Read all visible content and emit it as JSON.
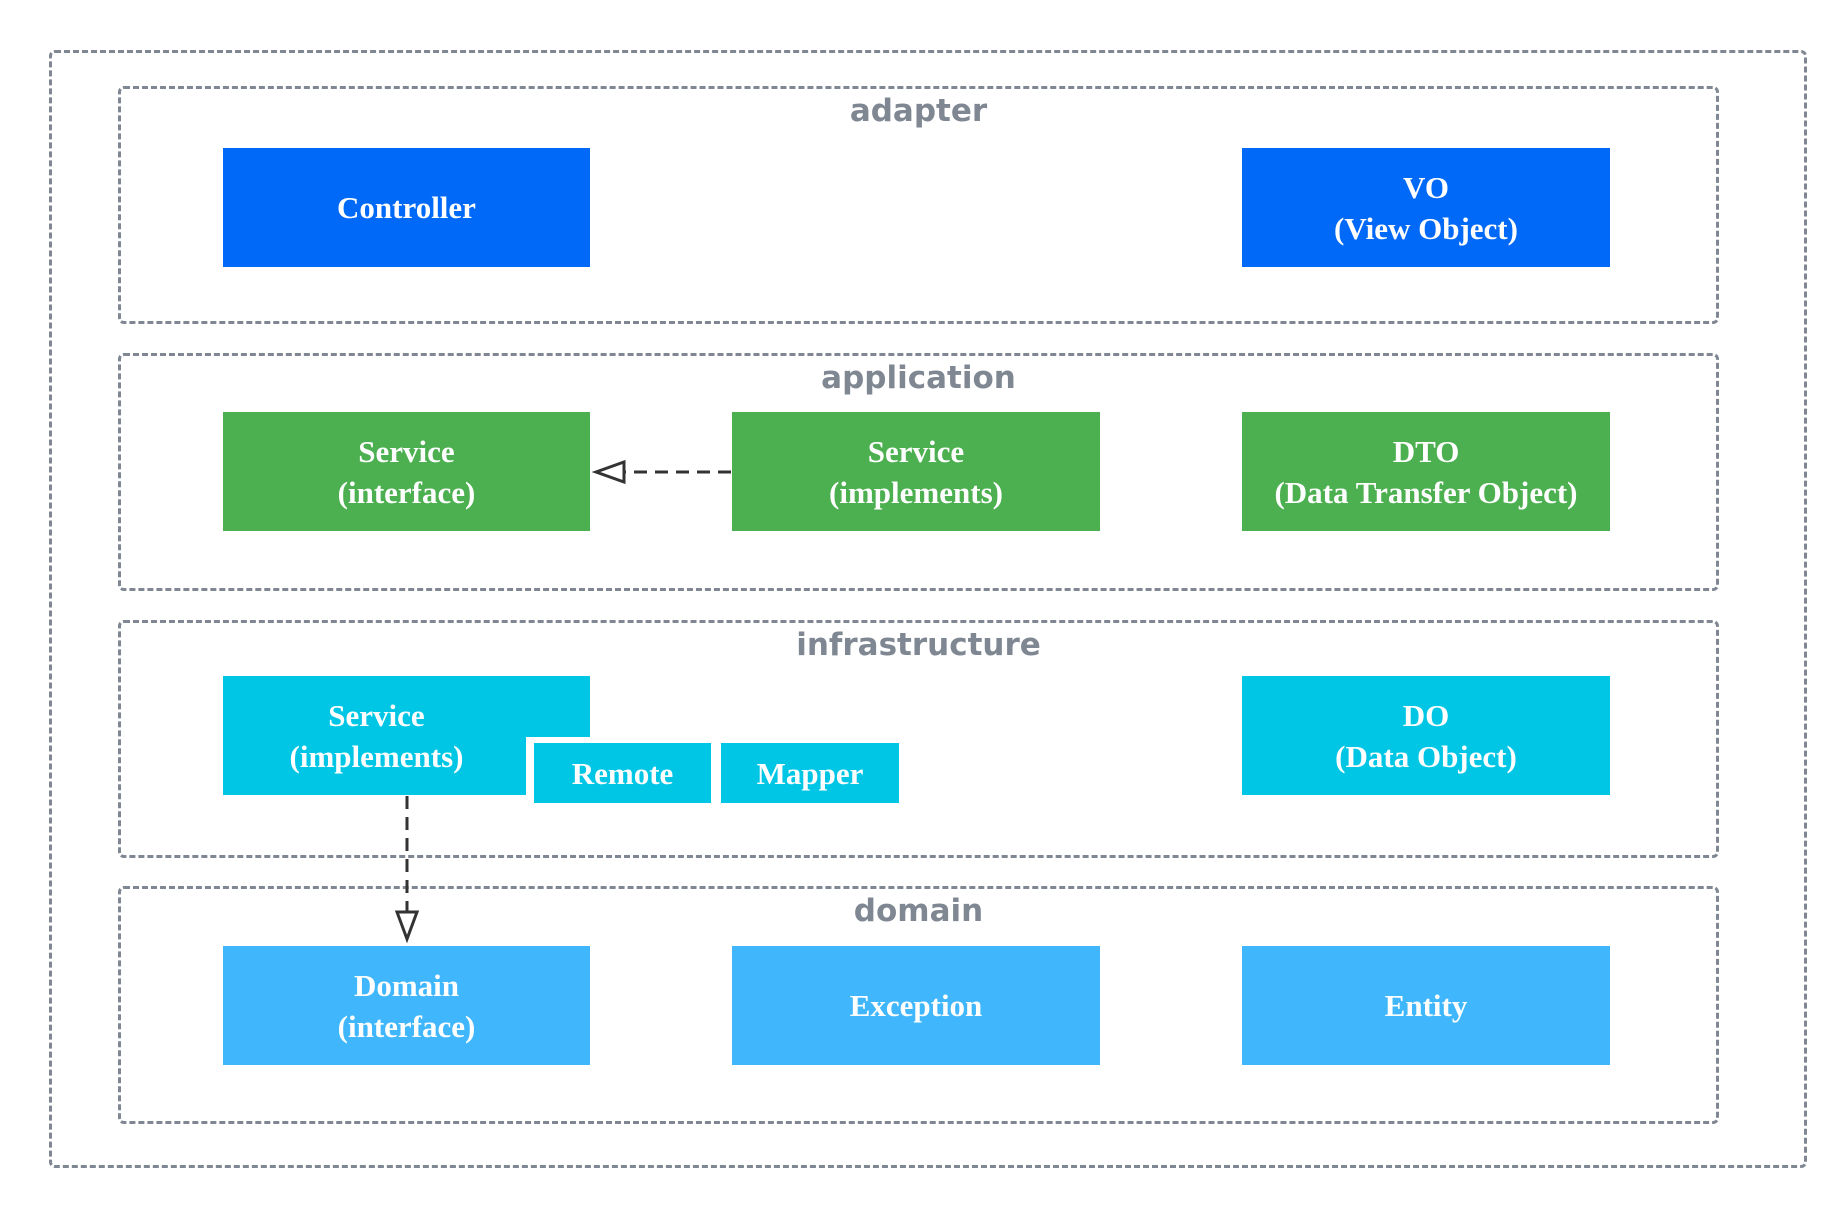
{
  "layers": {
    "adapter": {
      "title": "adapter",
      "controller": {
        "line1": "Controller"
      },
      "vo": {
        "line1": "VO",
        "line2": "(View Object)"
      }
    },
    "application": {
      "title": "application",
      "service_interface": {
        "line1": "Service",
        "line2": "(interface)"
      },
      "service_implements": {
        "line1": "Service",
        "line2": "(implements)"
      },
      "dto": {
        "line1": "DTO",
        "line2": "(Data Transfer Object)"
      }
    },
    "infrastructure": {
      "title": "infrastructure",
      "service_implements": {
        "line1": "Service",
        "line2": "(implements)"
      },
      "remote": {
        "line1": "Remote"
      },
      "mapper": {
        "line1": "Mapper"
      },
      "do": {
        "line1": "DO",
        "line2": "(Data Object)"
      }
    },
    "domain": {
      "title": "domain",
      "domain_interface": {
        "line1": "Domain",
        "line2": "(interface)"
      },
      "exception": {
        "line1": "Exception"
      },
      "entity": {
        "line1": "Entity"
      }
    }
  },
  "colors": {
    "adapter": "#0169f7",
    "application": "#4caf50",
    "infrastructure": "#00c6e6",
    "domain": "#40b7fd",
    "border": "#7f8792",
    "edge": "#333333"
  }
}
